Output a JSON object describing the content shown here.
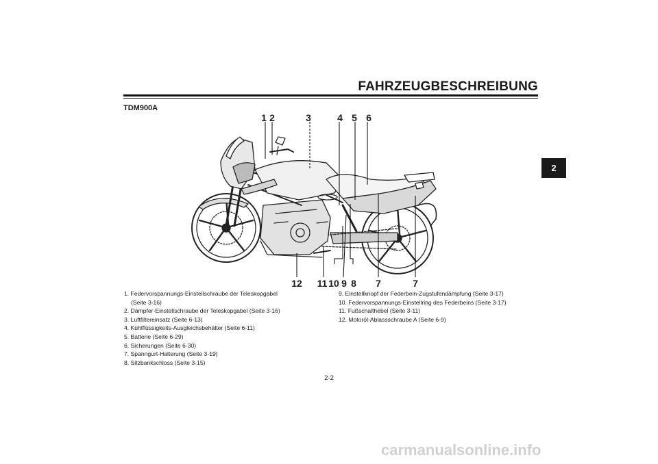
{
  "header": {
    "title": "FAHRZEUGBESCHREIBUNG"
  },
  "model": "TDM900A",
  "chapter_tab": "2",
  "callouts": {
    "top": [
      "1",
      "2",
      "3",
      "4",
      "5",
      "6"
    ],
    "bottom": [
      "12",
      "11",
      "10",
      "9",
      "8",
      "7",
      "7"
    ]
  },
  "legend_left": [
    "1. Federvorspannungs-Einstellschraube der Teleskopgabel",
    "(Seite 3-16)",
    "2. Dämpfer-Einstellschraube der Teleskopgabel (Seite 3-16)",
    "3. Luftfiltereinsatz (Seite 6-13)",
    "4. Kühlflüssigkeits-Ausgleichsbehälter (Seite 6-11)",
    "5. Batterie (Seite 6-29)",
    "6. Sicherungen (Seite 6-30)",
    "7. Spanngurt-Halterung (Seite 3-19)",
    "8. Sitzbankschloss (Seite 3-15)"
  ],
  "legend_right": [
    "9. Einstellknopf der Federbein-Zugstufendämpfung (Seite 3-17)",
    "10. Federvorspannungs-Einstellring des Federbeins (Seite 3-17)",
    "11. Fußschalthebel (Seite 3-11)",
    "12. Motoröl-Ablassschraube A (Seite 6-9)"
  ],
  "page_number": "2-2",
  "watermark": "carmanualsonline.info"
}
